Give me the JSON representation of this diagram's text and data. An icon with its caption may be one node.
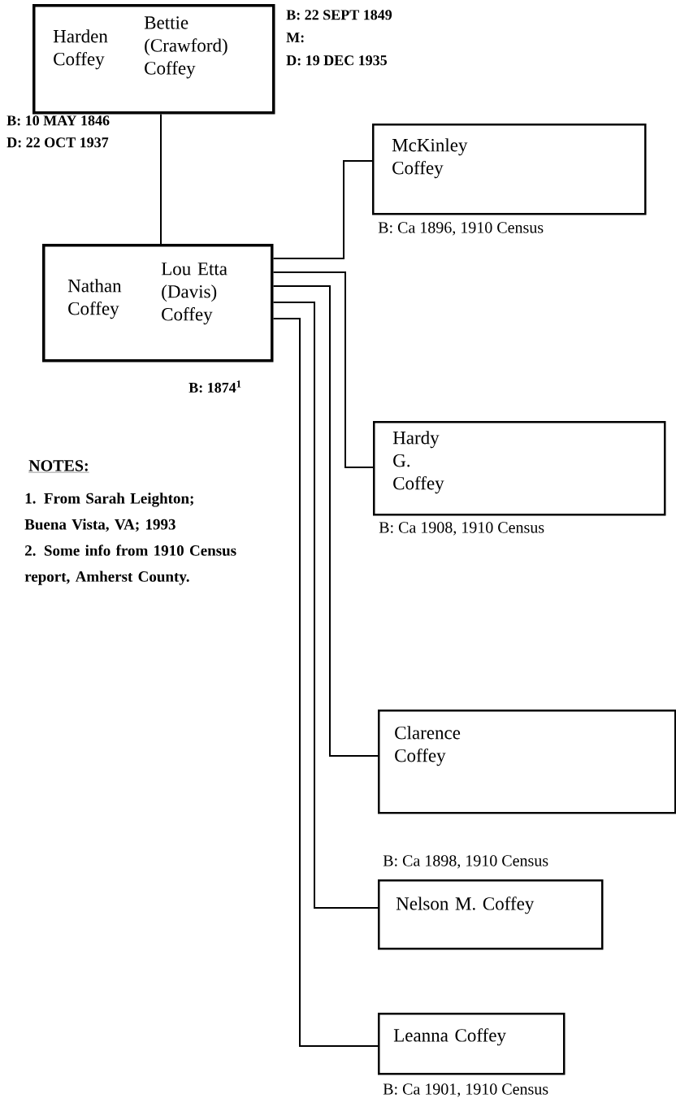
{
  "diagram": {
    "nodes": [
      {
        "text": [
          "Harden Coffey",
          "Bettie (Crawford) Coffey"
        ],
        "beside": [
          "B: 22 SEPT 1849",
          "M:",
          "D: 19 DEC 1935",
          "B: 10 MAY 1846",
          "D: 22 OCT 1937"
        ]
      },
      {
        "text": [
          "Nathan Coffey",
          "Lou Etta (Davis) Coffey"
        ],
        "beside": [
          "B: 1874$^{1}$"
        ]
      },
      {
        "text": [
          "McKinley Coffey"
        ],
        "beside": [
          "B: Ca 1896, 1910 Census"
        ]
      },
      {
        "text": [
          "Hardy G. Coffey"
        ],
        "beside": [
          "B: Ca 1908, 1910 Census"
        ]
      },
      {
        "text": [
          "Clarence Coffey"
        ]
      },
      {
        "text": [
          "Nelson M. Coffey"
        ],
        "beside": [
          "B: Ca 1898, 1910 Census"
        ]
      },
      {
        "text": [
          "Leanna Coffey"
        ],
        "beside": [
          "B: Ca 1901, 1910 Census"
        ]
      }
    ],
    "edges": [
      {
        "from": 0,
        "to": 1,
        "arrow": "none"
      },
      {
        "from": 1,
        "to": 2,
        "arrow": "none"
      },
      {
        "from": 1,
        "to": 3,
        "arrow": "none"
      },
      {
        "from": 1,
        "to": 4,
        "arrow": "none"
      },
      {
        "from": 1,
        "to": 5,
        "arrow": "none"
      },
      {
        "from": 1,
        "to": 6,
        "arrow": "none"
      }
    ],
    "labels": [
      "NOTES:",
      "1. From Sarah Leighton; Buena Vista, VA; 1993",
      "2. Some info from 1910 Census report, Amherst County."
    ]
  }
}
